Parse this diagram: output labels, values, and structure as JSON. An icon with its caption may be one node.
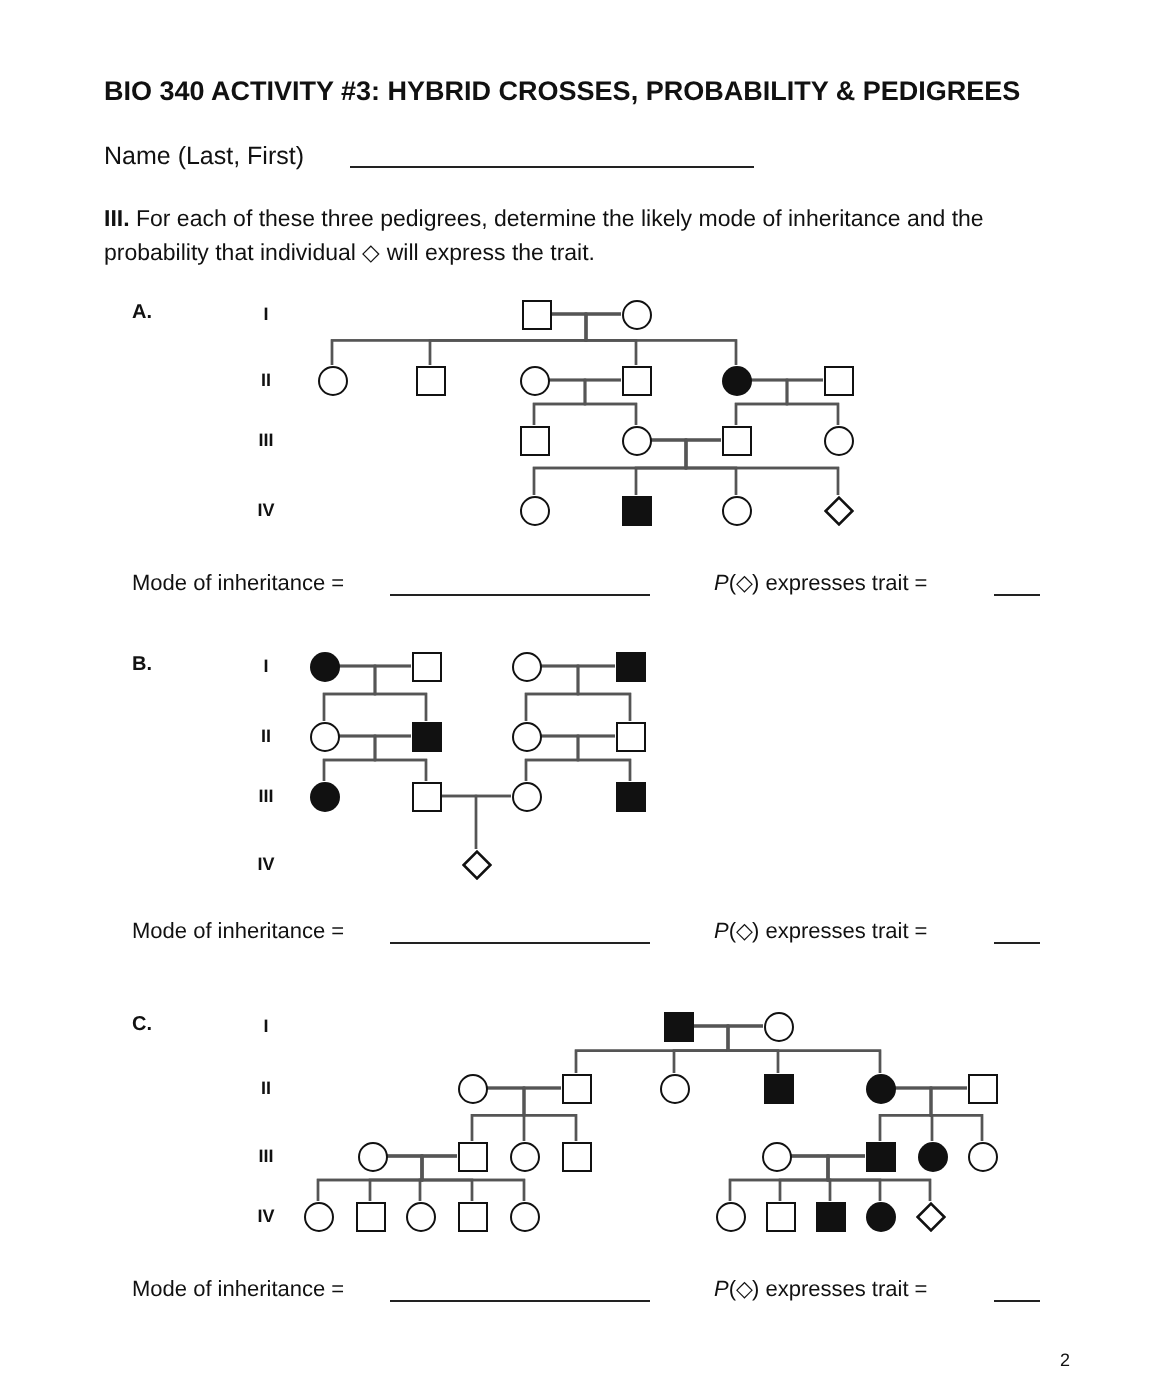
{
  "diagram": {
    "title": "BIO 340 ACTIVITY #3:  HYBRID CROSSES, PROBABILITY & PEDIGREES",
    "nodes": [
      {
        "text": [],
        "shape": "box"
      },
      {
        "text": [],
        "shape": "circle"
      },
      {
        "text": [],
        "shape": "circle"
      },
      {
        "text": [],
        "shape": "box"
      },
      {
        "text": [],
        "shape": "circle"
      },
      {
        "text": [],
        "shape": "box"
      },
      {
        "text": [],
        "shape": "disc"
      },
      {
        "text": [],
        "shape": "box"
      },
      {
        "text": [],
        "shape": "box"
      },
      {
        "text": [],
        "shape": "circle"
      },
      {
        "text": [],
        "shape": "box"
      },
      {
        "text": [],
        "shape": "circle"
      },
      {
        "text": [],
        "shape": "circle"
      },
      {
        "text": [],
        "shape": "block"
      },
      {
        "text": [],
        "shape": "circle"
      },
      {
        "text": [],
        "shape": "diamond"
      },
      {
        "text": [],
        "shape": "disc"
      },
      {
        "text": [],
        "shape": "box"
      },
      {
        "text": [],
        "shape": "circle"
      },
      {
        "text": [],
        "shape": "block"
      },
      {
        "text": [],
        "shape": "circle"
      },
      {
        "text": [],
        "shape": "block"
      },
      {
        "text": [],
        "shape": "circle"
      },
      {
        "text": [],
        "shape": "box"
      },
      {
        "text": [],
        "shape": "disc"
      },
      {
        "text": [],
        "shape": "box"
      },
      {
        "text": [],
        "shape": "circle"
      },
      {
        "text": [],
        "shape": "block"
      },
      {
        "text": [],
        "shape": "diamond"
      },
      {
        "text": [],
        "shape": "block"
      },
      {
        "text": [],
        "shape": "circle"
      },
      {
        "text": [],
        "shape": "circle"
      },
      {
        "text": [],
        "shape": "box"
      },
      {
        "text": [],
        "shape": "circle"
      },
      {
        "text": [],
        "shape": "block"
      },
      {
        "text": [],
        "shape": "disc"
      },
      {
        "text": [],
        "shape": "box"
      },
      {
        "text": [],
        "shape": "circle"
      },
      {
        "text": [],
        "shape": "box"
      },
      {
        "text": [],
        "shape": "circle"
      },
      {
        "text": [],
        "shape": "box"
      },
      {
        "text": [],
        "shape": "circle"
      },
      {
        "text": [],
        "shape": "block"
      },
      {
        "text": [],
        "shape": "disc"
      },
      {
        "text": [],
        "shape": "circle"
      },
      {
        "text": [],
        "shape": "circle"
      },
      {
        "text": [],
        "shape": "box"
      },
      {
        "text": [],
        "shape": "circle"
      },
      {
        "text": [],
        "shape": "box"
      },
      {
        "text": [],
        "shape": "circle"
      },
      {
        "text": [],
        "shape": "circle"
      },
      {
        "text": [],
        "shape": "box"
      },
      {
        "text": [],
        "shape": "block"
      },
      {
        "text": [],
        "shape": "disc"
      },
      {
        "text": [],
        "shape": "diamond"
      }
    ],
    "edges": [
      {
        "from": 0,
        "to": 1,
        "arrow": "none"
      },
      {
        "from": 0,
        "to": 2,
        "arrow": "none"
      },
      {
        "from": 0,
        "to": 3,
        "arrow": "none"
      },
      {
        "from": 0,
        "to": 5,
        "arrow": "none"
      },
      {
        "from": 0,
        "to": 6,
        "arrow": "none"
      },
      {
        "from": 1,
        "to": 2,
        "arrow": "none"
      },
      {
        "from": 1,
        "to": 3,
        "arrow": "none"
      },
      {
        "from": 1,
        "to": 5,
        "arrow": "none"
      },
      {
        "from": 1,
        "to": 6,
        "arrow": "none"
      },
      {
        "from": 4,
        "to": 5,
        "arrow": "none"
      },
      {
        "from": 4,
        "to": 8,
        "arrow": "none"
      },
      {
        "from": 4,
        "to": 9,
        "arrow": "none"
      },
      {
        "from": 5,
        "to": 8,
        "arrow": "none"
      },
      {
        "from": 5,
        "to": 9,
        "arrow": "none"
      },
      {
        "from": 6,
        "to": 7,
        "arrow": "none"
      },
      {
        "from": 6,
        "to": 10,
        "arrow": "none"
      },
      {
        "from": 6,
        "to": 11,
        "arrow": "none"
      },
      {
        "from": 7,
        "to": 10,
        "arrow": "none"
      },
      {
        "from": 7,
        "to": 11,
        "arrow": "none"
      },
      {
        "from": 9,
        "to": 10,
        "arrow": "none"
      },
      {
        "from": 9,
        "to": 12,
        "arrow": "none"
      },
      {
        "from": 9,
        "to": 13,
        "arrow": "none"
      },
      {
        "from": 9,
        "to": 14,
        "arrow": "none"
      },
      {
        "from": 9,
        "to": 15,
        "arrow": "none"
      },
      {
        "from": 10,
        "to": 12,
        "arrow": "none"
      },
      {
        "from": 10,
        "to": 13,
        "arrow": "none"
      },
      {
        "from": 10,
        "to": 14,
        "arrow": "none"
      },
      {
        "from": 10,
        "to": 15,
        "arrow": "none"
      },
      {
        "from": 16,
        "to": 17,
        "arrow": "none"
      },
      {
        "from": 16,
        "to": 20,
        "arrow": "none"
      },
      {
        "from": 16,
        "to": 21,
        "arrow": "none"
      },
      {
        "from": 17,
        "to": 20,
        "arrow": "none"
      },
      {
        "from": 17,
        "to": 21,
        "arrow": "none"
      },
      {
        "from": 18,
        "to": 19,
        "arrow": "none"
      },
      {
        "from": 18,
        "to": 22,
        "arrow": "none"
      },
      {
        "from": 18,
        "to": 23,
        "arrow": "none"
      },
      {
        "from": 19,
        "to": 22,
        "arrow": "none"
      },
      {
        "from": 19,
        "to": 23,
        "arrow": "none"
      },
      {
        "from": 20,
        "to": 21,
        "arrow": "none"
      },
      {
        "from": 20,
        "to": 24,
        "arrow": "none"
      },
      {
        "from": 20,
        "to": 25,
        "arrow": "none"
      },
      {
        "from": 21,
        "to": 24,
        "arrow": "none"
      },
      {
        "from": 21,
        "to": 25,
        "arrow": "none"
      },
      {
        "from": 22,
        "to": 23,
        "arrow": "none"
      },
      {
        "from": 22,
        "to": 26,
        "arrow": "none"
      },
      {
        "from": 22,
        "to": 27,
        "arrow": "none"
      },
      {
        "from": 23,
        "to": 26,
        "arrow": "none"
      },
      {
        "from": 23,
        "to": 27,
        "arrow": "none"
      },
      {
        "from": 25,
        "to": 26,
        "arrow": "none"
      },
      {
        "from": 25,
        "to": 28,
        "arrow": "none"
      },
      {
        "from": 26,
        "to": 28,
        "arrow": "none"
      },
      {
        "from": 29,
        "to": 30,
        "arrow": "none"
      },
      {
        "from": 29,
        "to": 32,
        "arrow": "none"
      },
      {
        "from": 29,
        "to": 33,
        "arrow": "none"
      },
      {
        "from": 29,
        "to": 34,
        "arrow": "none"
      },
      {
        "from": 29,
        "to": 35,
        "arrow": "none"
      },
      {
        "from": 30,
        "to": 32,
        "arrow": "none"
      },
      {
        "from": 30,
        "to": 33,
        "arrow": "none"
      },
      {
        "from": 30,
        "to": 34,
        "arrow": "none"
      },
      {
        "from": 30,
        "to": 35,
        "arrow": "none"
      },
      {
        "from": 31,
        "to": 32,
        "arrow": "none"
      },
      {
        "from": 31,
        "to": 38,
        "arrow": "none"
      },
      {
        "from": 31,
        "to": 39,
        "arrow": "none"
      },
      {
        "from": 31,
        "to": 40,
        "arrow": "none"
      },
      {
        "from": 32,
        "to": 38,
        "arrow": "none"
      },
      {
        "from": 32,
        "to": 39,
        "arrow": "none"
      },
      {
        "from": 32,
        "to": 40,
        "arrow": "none"
      },
      {
        "from": 35,
        "to": 36,
        "arrow": "none"
      },
      {
        "from": 35,
        "to": 42,
        "arrow": "none"
      },
      {
        "from": 35,
        "to": 43,
        "arrow": "none"
      },
      {
        "from": 35,
        "to": 44,
        "arrow": "none"
      },
      {
        "from": 36,
        "to": 42,
        "arrow": "none"
      },
      {
        "from": 36,
        "to": 43,
        "arrow": "none"
      },
      {
        "from": 36,
        "to": 44,
        "arrow": "none"
      },
      {
        "from": 37,
        "to": 38,
        "arrow": "none"
      },
      {
        "from": 37,
        "to": 45,
        "arrow": "none"
      },
      {
        "from": 37,
        "to": 46,
        "arrow": "none"
      },
      {
        "from": 37,
        "to": 47,
        "arrow": "none"
      },
      {
        "from": 37,
        "to": 48,
        "arrow": "none"
      },
      {
        "from": 37,
        "to": 49,
        "arrow": "none"
      },
      {
        "from": 38,
        "to": 45,
        "arrow": "none"
      },
      {
        "from": 38,
        "to": 46,
        "arrow": "none"
      },
      {
        "from": 38,
        "to": 47,
        "arrow": "none"
      },
      {
        "from": 38,
        "to": 48,
        "arrow": "none"
      },
      {
        "from": 38,
        "to": 49,
        "arrow": "none"
      },
      {
        "from": 41,
        "to": 42,
        "arrow": "none"
      },
      {
        "from": 41,
        "to": 50,
        "arrow": "none"
      },
      {
        "from": 41,
        "to": 51,
        "arrow": "none"
      },
      {
        "from": 41,
        "to": 52,
        "arrow": "none"
      },
      {
        "from": 41,
        "to": 53,
        "arrow": "none"
      },
      {
        "from": 41,
        "to": 54,
        "arrow": "none"
      },
      {
        "from": 42,
        "to": 50,
        "arrow": "none"
      },
      {
        "from": 42,
        "to": 51,
        "arrow": "none"
      },
      {
        "from": 42,
        "to": 52,
        "arrow": "none"
      },
      {
        "from": 42,
        "to": 53,
        "arrow": "none"
      },
      {
        "from": 42,
        "to": 54,
        "arrow": "none"
      }
    ],
    "labels": [
      "Name (Last, First)",
      "**III.** For each of these three pedigrees, determine the likely mode of inheritance and the probability that individual ◇ will express the trait.",
      "A.",
      "I",
      "II",
      "III",
      "IV",
      "Mode of inheritance  =",
      "*P*(◇) expresses trait  =",
      "B.",
      "I",
      "II",
      "III",
      "IV",
      "Mode of inheritance  =",
      "*P*(◇) expresses trait  =",
      "C.",
      "I",
      "II",
      "III",
      "IV",
      "Mode of inheritance  =",
      "*P*(◇) expresses trait  =",
      "2"
    ]
  }
}
